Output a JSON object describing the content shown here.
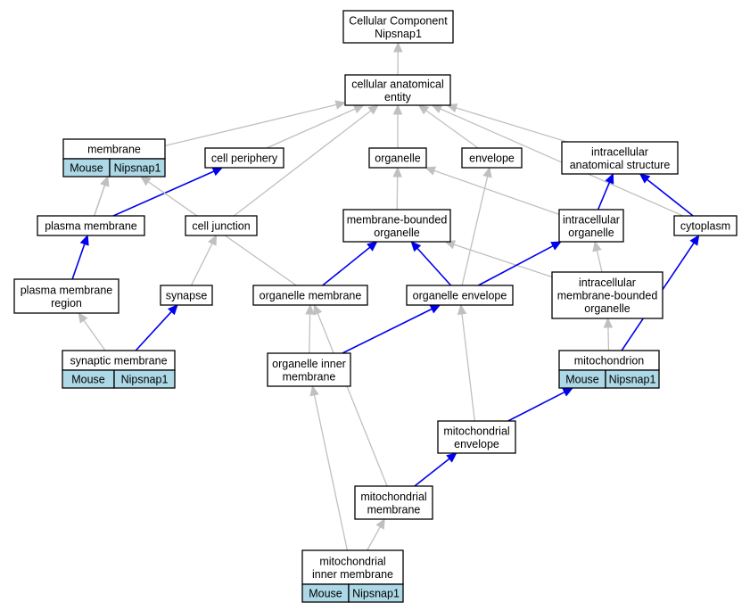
{
  "colors": {
    "annotation_cell": "#add8e6",
    "is_a_edge": "#c0c0c0",
    "part_of_edge": "#0000ee",
    "node_border": "#000000"
  },
  "nodes": {
    "root": {
      "lines": [
        "Cellular Component",
        "Nipsnap1"
      ]
    },
    "cae": {
      "lines": [
        "cellular anatomical",
        "entity"
      ]
    },
    "membrane": {
      "lines": [
        "membrane"
      ],
      "cells": [
        "Mouse",
        "Nipsnap1"
      ]
    },
    "cellperiphery": {
      "lines": [
        "cell periphery"
      ]
    },
    "organelle": {
      "lines": [
        "organelle"
      ]
    },
    "envelope": {
      "lines": [
        "envelope"
      ]
    },
    "ias": {
      "lines": [
        "intracellular",
        "anatomical structure"
      ]
    },
    "plasmamembrane": {
      "lines": [
        "plasma membrane"
      ]
    },
    "celljunction": {
      "lines": [
        "cell junction"
      ]
    },
    "mbo": {
      "lines": [
        "membrane-bounded",
        "organelle"
      ]
    },
    "intraorg": {
      "lines": [
        "intracellular",
        "organelle"
      ]
    },
    "cytoplasm": {
      "lines": [
        "cytoplasm"
      ]
    },
    "pmr": {
      "lines": [
        "plasma membrane",
        "region"
      ]
    },
    "synapse": {
      "lines": [
        "synapse"
      ]
    },
    "orgmembrane": {
      "lines": [
        "organelle membrane"
      ]
    },
    "orgenvelope": {
      "lines": [
        "organelle envelope"
      ]
    },
    "imbo": {
      "lines": [
        "intracellular",
        "membrane-bounded",
        "organelle"
      ]
    },
    "synmembrane": {
      "lines": [
        "synaptic membrane"
      ],
      "cells": [
        "Mouse",
        "Nipsnap1"
      ]
    },
    "oim": {
      "lines": [
        "organelle inner",
        "membrane"
      ]
    },
    "mito": {
      "lines": [
        "mitochondrion"
      ],
      "cells": [
        "Mouse",
        "Nipsnap1"
      ]
    },
    "mitoenv": {
      "lines": [
        "mitochondrial",
        "envelope"
      ]
    },
    "mitomem": {
      "lines": [
        "mitochondrial",
        "membrane"
      ]
    },
    "mim": {
      "lines": [
        "mitochondrial",
        "inner membrane"
      ],
      "cells": [
        "Mouse",
        "Nipsnap1"
      ]
    }
  },
  "edges": [
    {
      "from": "cae",
      "to": "root",
      "type": "is_a"
    },
    {
      "from": "membrane",
      "to": "cae",
      "type": "is_a"
    },
    {
      "from": "cellperiphery",
      "to": "cae",
      "type": "is_a"
    },
    {
      "from": "celljunction",
      "to": "cae",
      "type": "is_a"
    },
    {
      "from": "organelle",
      "to": "cae",
      "type": "is_a"
    },
    {
      "from": "envelope",
      "to": "cae",
      "type": "is_a"
    },
    {
      "from": "ias",
      "to": "cae",
      "type": "is_a"
    },
    {
      "from": "cytoplasm",
      "to": "cae",
      "type": "is_a"
    },
    {
      "from": "plasmamembrane",
      "to": "cellperiphery",
      "type": "part_of"
    },
    {
      "from": "plasmamembrane",
      "to": "membrane",
      "type": "is_a"
    },
    {
      "from": "pmr",
      "to": "membrane",
      "type": "is_a"
    },
    {
      "from": "orgmembrane",
      "to": "membrane",
      "type": "is_a"
    },
    {
      "from": "pmr",
      "to": "plasmamembrane",
      "type": "part_of"
    },
    {
      "from": "synmembrane",
      "to": "pmr",
      "type": "is_a"
    },
    {
      "from": "synmembrane",
      "to": "synapse",
      "type": "part_of"
    },
    {
      "from": "synapse",
      "to": "celljunction",
      "type": "is_a"
    },
    {
      "from": "mbo",
      "to": "organelle",
      "type": "is_a"
    },
    {
      "from": "intraorg",
      "to": "organelle",
      "type": "is_a"
    },
    {
      "from": "orgenvelope",
      "to": "envelope",
      "type": "is_a"
    },
    {
      "from": "intraorg",
      "to": "ias",
      "type": "part_of"
    },
    {
      "from": "cytoplasm",
      "to": "ias",
      "type": "part_of"
    },
    {
      "from": "orgmembrane",
      "to": "mbo",
      "type": "part_of"
    },
    {
      "from": "orgenvelope",
      "to": "mbo",
      "type": "part_of"
    },
    {
      "from": "imbo",
      "to": "mbo",
      "type": "is_a"
    },
    {
      "from": "orgenvelope",
      "to": "intraorg",
      "type": "part_of"
    },
    {
      "from": "imbo",
      "to": "intraorg",
      "type": "is_a"
    },
    {
      "from": "mito",
      "to": "imbo",
      "type": "is_a"
    },
    {
      "from": "mito",
      "to": "cytoplasm",
      "type": "part_of"
    },
    {
      "from": "oim",
      "to": "orgmembrane",
      "type": "is_a"
    },
    {
      "from": "mitomem",
      "to": "orgmembrane",
      "type": "is_a"
    },
    {
      "from": "oim",
      "to": "orgenvelope",
      "type": "part_of"
    },
    {
      "from": "mitoenv",
      "to": "orgenvelope",
      "type": "is_a"
    },
    {
      "from": "mitoenv",
      "to": "mito",
      "type": "part_of"
    },
    {
      "from": "mitomem",
      "to": "mitoenv",
      "type": "part_of"
    },
    {
      "from": "mim",
      "to": "mitomem",
      "type": "is_a"
    },
    {
      "from": "mim",
      "to": "oim",
      "type": "is_a"
    }
  ]
}
